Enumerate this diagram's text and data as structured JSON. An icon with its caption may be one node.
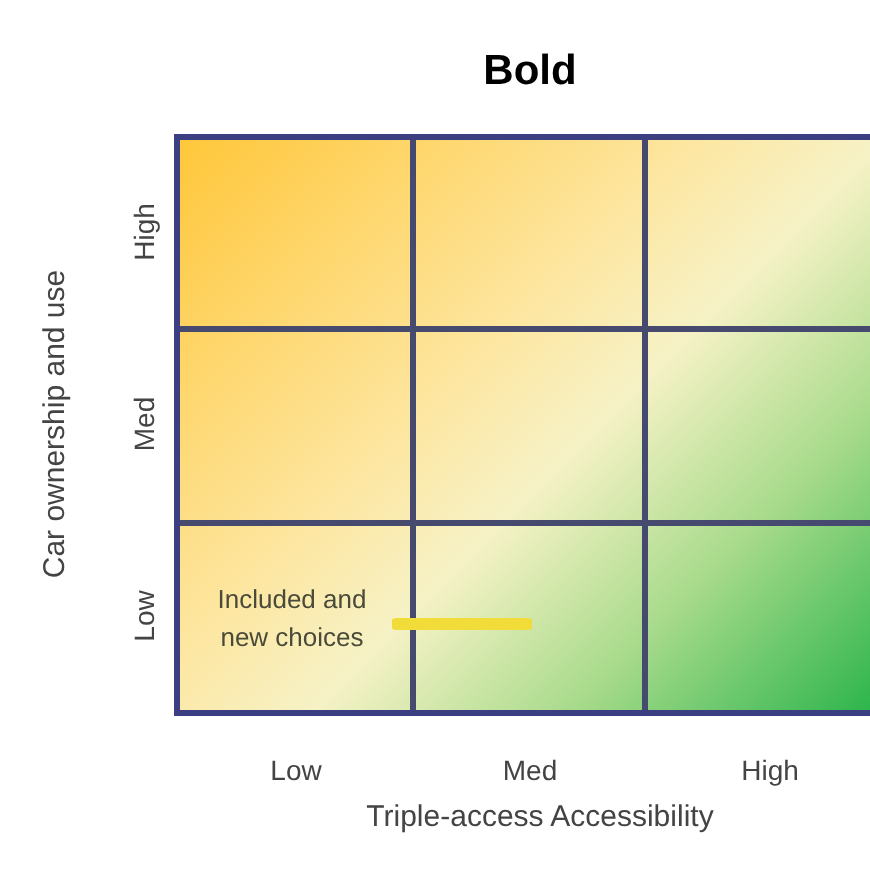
{
  "diagram": {
    "title": "Bold",
    "nodes": [
      {
        "text": [
          "Included and new choices"
        ]
      }
    ],
    "labels": [
      "Car ownership and use",
      "High",
      "Med",
      "Low",
      "Low",
      "Med",
      "High",
      "Triple-access Accessibility"
    ]
  }
}
